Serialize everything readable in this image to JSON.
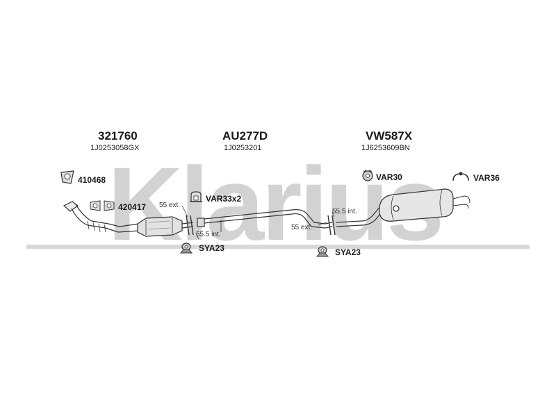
{
  "watermark": {
    "text": "Klarius",
    "color": "#d2d2d2"
  },
  "sections": [
    {
      "part": "321760",
      "oem": "1J0253058GX"
    },
    {
      "part": "AU277D",
      "oem": "1J0253201"
    },
    {
      "part": "VW587X",
      "oem": "1J6253609BN"
    }
  ],
  "accessories": [
    {
      "code": "410468",
      "icon": "gasket-icon"
    },
    {
      "code": "420417",
      "icon": "flange-gasket-pair-icon"
    },
    {
      "code": "VAR33x2",
      "icon": "clamp-icon"
    },
    {
      "code": "SYA23",
      "icon": "rubber-mount-icon"
    },
    {
      "code": "SYA23",
      "icon": "rubber-mount-icon"
    },
    {
      "code": "VAR30",
      "icon": "hanger-icon"
    },
    {
      "code": "VAR36",
      "icon": "hook-icon"
    }
  ],
  "dimensions": {
    "ext_front": "55 ext.",
    "int_front": "55.5 int.",
    "ext_rear": "55 ext.",
    "int_rear": "55.5 int."
  }
}
